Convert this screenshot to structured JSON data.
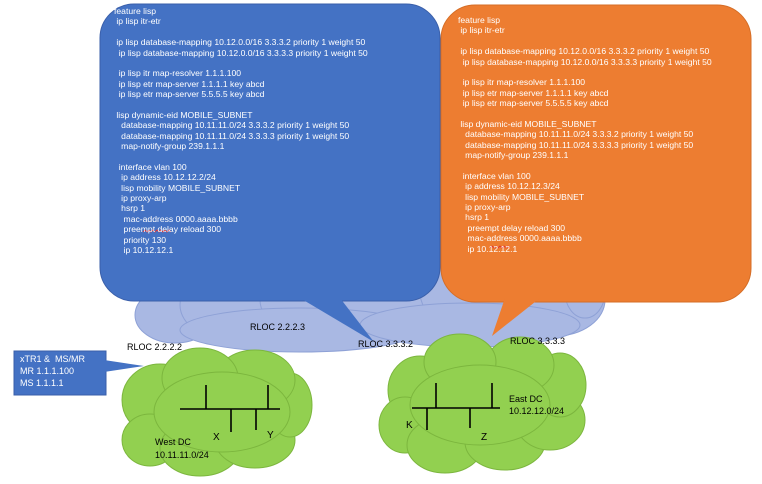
{
  "config_blue": {
    "lines": [
      "feature lisp",
      " ip lisp itr-etr",
      "",
      " ip lisp database-mapping 10.12.0.0/16 3.3.3.2 priority 1 weight 50",
      "  ip lisp database-mapping 10.12.0.0/16 3.3.3.3 priority 1 weight 50",
      "",
      "  ip lisp itr map-resolver 1.1.1.100",
      "  ip lisp etr map-server 1.1.1.1 key abcd",
      "  ip lisp etr map-server 5.5.5.5 key abcd",
      "",
      " lisp dynamic-eid MOBILE_SUBNET",
      "   database-mapping 10.11.11.0/24 3.3.3.2 priority 1 weight 50",
      "   database-mapping 10.11.11.0/24 3.3.3.3 priority 1 weight 50",
      "   map-notify-group 239.1.1.1",
      "",
      "  interface vlan 100",
      "   ip address 10.12.12.2/24",
      "   lisp mobility MOBILE_SUBNET",
      "   ip proxy-arp",
      "   hsrp 1",
      "    mac-address 0000.aaaa.bbbb",
      "    preempt delay reload 300",
      "    priority 130",
      "    ip 10.12.12.1"
    ]
  },
  "config_orange": {
    "lines": [
      "feature lisp",
      " ip lisp itr-etr",
      "",
      " ip lisp database-mapping 10.12.0.0/16 3.3.3.2 priority 1 weight 50",
      "  ip lisp database-mapping 10.12.0.0/16 3.3.3.3 priority 1 weight 50",
      "",
      "  ip lisp itr map-resolver 1.1.1.100",
      "  ip lisp etr map-server 1.1.1.1 key abcd",
      "  ip lisp etr map-server 5.5.5.5 key abcd",
      "",
      " lisp dynamic-eid MOBILE_SUBNET",
      "   database-mapping 10.11.11.0/24 3.3.3.2 priority 1 weight 50",
      "   database-mapping 10.11.11.0/24 3.3.3.3 priority 1 weight 50",
      "   map-notify-group 239.1.1.1",
      "",
      "  interface vlan 100",
      "   ip address 10.12.12.3/24",
      "   lisp mobility MOBILE_SUBNET",
      "   ip proxy-arp",
      "   hsrp 1",
      "    preempt delay reload 300",
      "    mac-address 0000.aaaa.bbbb",
      "    ip 10.12.12.1"
    ]
  },
  "rloc_labels": {
    "r1": "RLOC 2.2.2.2",
    "r2": "RLOC 2.2.2.3",
    "r3": "RLOC 3.3.3.2",
    "r4": "RLOC 3.3.3.3"
  },
  "callout": {
    "line1": "xTR1 &  MS/MR",
    "line2": "MR 1.1.1.100",
    "line3": "MS 1.1.1.1"
  },
  "west_dc": {
    "name": "West DC",
    "subnet": "10.11.11.0/24"
  },
  "east_dc": {
    "name": "East DC",
    "subnet": "10.12.12.0/24"
  },
  "hosts": {
    "x": "X",
    "y": "Y",
    "k": "K",
    "z": "Z"
  },
  "colors": {
    "blue_bubble": "#4472C4",
    "orange_bubble": "#ED7D31",
    "cloud_blue": "#A9B8E3",
    "cloud_green": "#92D050",
    "router_red": "#E8353B"
  }
}
